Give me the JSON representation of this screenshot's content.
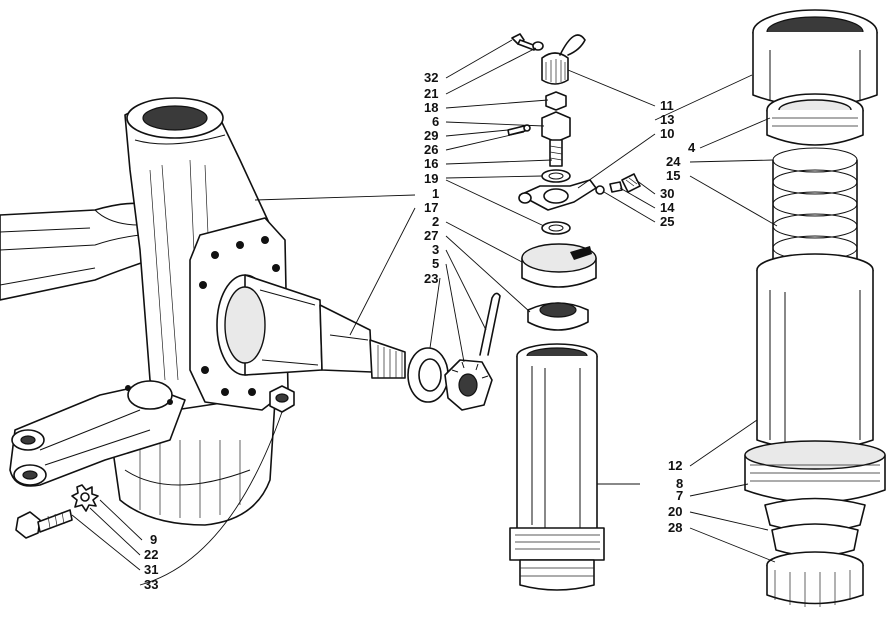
{
  "callouts": [
    {
      "id": "32",
      "label": "32"
    },
    {
      "id": "21",
      "label": "21"
    },
    {
      "id": "18",
      "label": "18"
    },
    {
      "id": "6",
      "label": "6"
    },
    {
      "id": "29",
      "label": "29"
    },
    {
      "id": "26",
      "label": "26"
    },
    {
      "id": "16",
      "label": "16"
    },
    {
      "id": "19",
      "label": "19"
    },
    {
      "id": "1",
      "label": "1"
    },
    {
      "id": "17",
      "label": "17"
    },
    {
      "id": "2",
      "label": "2"
    },
    {
      "id": "27",
      "label": "27"
    },
    {
      "id": "3",
      "label": "3"
    },
    {
      "id": "5",
      "label": "5"
    },
    {
      "id": "23",
      "label": "23"
    },
    {
      "id": "11",
      "label": "11"
    },
    {
      "id": "13",
      "label": "13"
    },
    {
      "id": "10",
      "label": "10"
    },
    {
      "id": "4",
      "label": "4"
    },
    {
      "id": "24",
      "label": "24"
    },
    {
      "id": "15",
      "label": "15"
    },
    {
      "id": "30",
      "label": "30"
    },
    {
      "id": "14",
      "label": "14"
    },
    {
      "id": "25",
      "label": "25"
    },
    {
      "id": "12",
      "label": "12"
    },
    {
      "id": "8",
      "label": "8"
    },
    {
      "id": "7",
      "label": "7"
    },
    {
      "id": "20",
      "label": "20"
    },
    {
      "id": "28",
      "label": "28"
    },
    {
      "id": "9",
      "label": "9"
    },
    {
      "id": "22",
      "label": "22"
    },
    {
      "id": "31",
      "label": "31"
    },
    {
      "id": "33",
      "label": "33"
    }
  ]
}
